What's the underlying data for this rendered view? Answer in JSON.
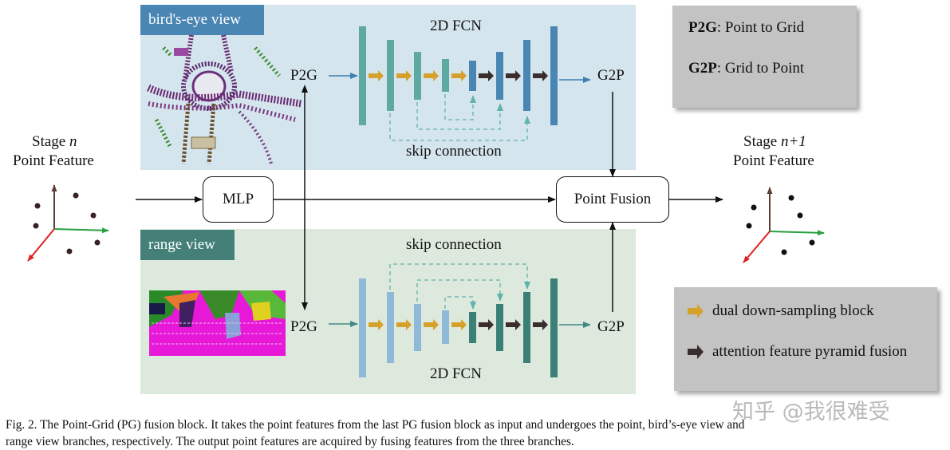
{
  "branches": {
    "bev": {
      "tag": "bird's-eye view",
      "fcn_label": "2D FCN",
      "skip_label": "skip connection",
      "p2g": "P2G",
      "g2p": "G2P"
    },
    "rv": {
      "tag": "range view",
      "fcn_label": "2D FCN",
      "skip_label": "skip connection",
      "p2g": "P2G",
      "g2p": "G2P"
    }
  },
  "stage_in": {
    "line1": "Stage ",
    "n": "n",
    "line2": "Point Feature"
  },
  "stage_out": {
    "line1": "Stage ",
    "n": "n+1",
    "line2": "Point Feature"
  },
  "mlp": "MLP",
  "point_fusion": "Point Fusion",
  "legend_top": {
    "item1_bold": "P2G",
    "item1_rest": ": Point to Grid",
    "item2_bold": "G2P",
    "item2_rest": ": Grid to Point"
  },
  "legend_bottom": {
    "item1": "dual down-sampling block",
    "item2": "attention feature pyramid fusion"
  },
  "caption": {
    "line1": "Fig. 2.   The Point-Grid (PG) fusion block. It takes the point features from the last PG fusion block as input and undergoes the point, bird’s-eye view and",
    "line2": "range view branches, respectively. The output point features are acquired by fusing features from the three branches."
  },
  "watermark": "知乎 @我很难受",
  "colors": {
    "bev_panel": "#d5e5ee",
    "rv_panel": "#dde9dd",
    "bev_tag": "#4a86b3",
    "rv_tag": "#447f78",
    "dual_down_arrow": "#d6a12a",
    "attention_arrow": "#3a2d2d",
    "teal_bar": "#5fa9a3",
    "blue_bar": "#4a86b3",
    "light_blue_bar": "#8fb9d8",
    "dark_teal_bar": "#3a8077"
  }
}
